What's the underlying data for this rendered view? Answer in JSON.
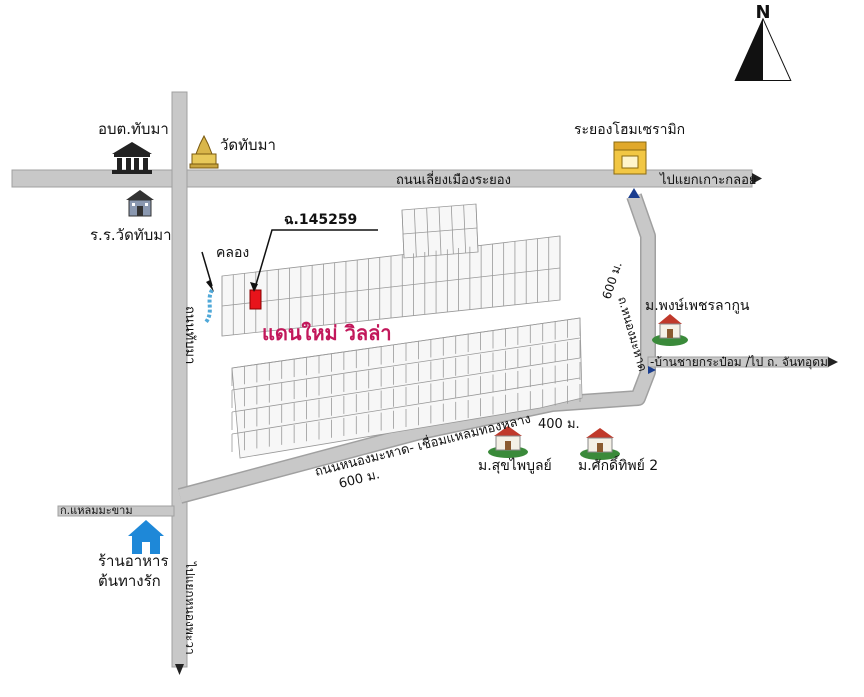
{
  "compass": {
    "label": "N"
  },
  "roads": {
    "main_top": "ถนนเลี่ยงเมืองระยอง",
    "main_top_arrow": "ไปแยกเกาะกลอย",
    "left_vertical": "ถนนทับมา",
    "left_bottom_arrow": "ไปแยกหนองพะวา",
    "left_side_road": "ก.แหลมมะขาม",
    "diagonal": "ถนนหนองมะหาด- เชื่อมแหลมทองหลาง",
    "right_vertical": "ถ.หนองมะหาด",
    "right_branch": "-บ้านชายกระป๋อม /ไป ถ. จันทอุดม"
  },
  "distances": {
    "right_vertical": "600 ม.",
    "diagonal_upper": "400 ม.",
    "diagonal_lower": "600 ม."
  },
  "landmarks": {
    "district_office": "อบต.ทับมา",
    "temple": "วัดทับมา",
    "school": "ร.ร.วัดทับมา",
    "canal": "คลอง",
    "deed": "ฉ.145259",
    "project": "แดนใหม่ วิลล่า",
    "ceramic_store": "ระยองโฮมเซรามิก",
    "village_1": "ม.พงษ์เพชรลากูน",
    "village_2": "ม.สุขไพบูลย์",
    "village_3": "ม.ศักดิ์ทิพย์ 2",
    "restaurant": "ร้านอาหาร\nต้นทางรัก",
    "restaurant_line1": "ร้านอาหาร",
    "restaurant_line2": "ต้นทางรัก"
  },
  "colors": {
    "road": "#c8c8c8",
    "road_edge": "#a0a0a0",
    "highlight_plot": "#e8141b",
    "project_label": "#c2185b",
    "arrow_blue": "#1a3d8f",
    "house_blue": "#1e88d8",
    "canal_water": "#4fa8d8",
    "store_yellow": "#f2c744"
  }
}
